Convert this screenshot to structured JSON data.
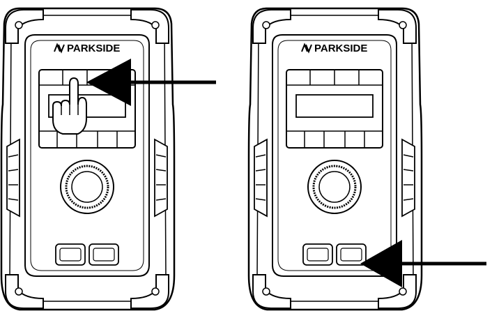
{
  "devices": [
    {
      "brand": "PARKSIDE",
      "buttons": [
        "",
        ""
      ],
      "highlight": "display-button",
      "hand_cursor": true
    },
    {
      "brand": "PARKSIDE",
      "buttons": [
        "",
        ""
      ],
      "highlight": "second-bottom-button",
      "hand_cursor": false
    }
  ],
  "colors": {
    "stroke": "#000000",
    "background": "#ffffff"
  }
}
